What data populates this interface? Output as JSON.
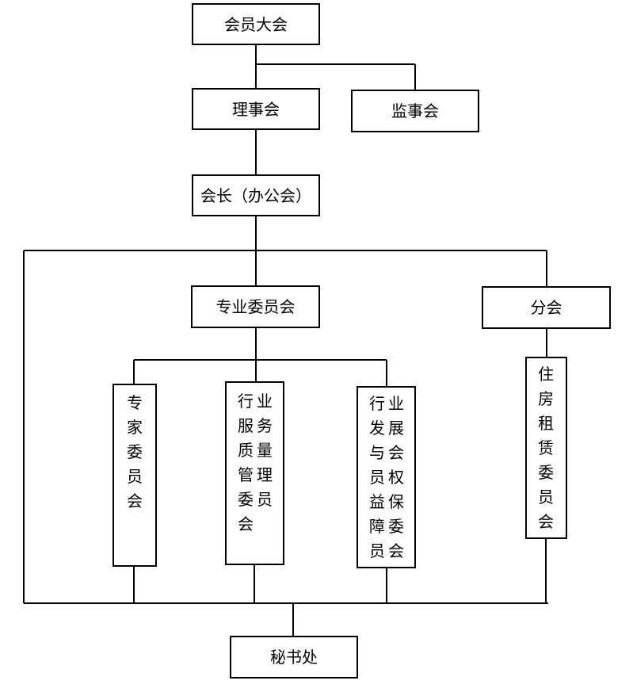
{
  "nodes": {
    "general_assembly": "会员大会",
    "council": "理事会",
    "supervisory_board": "监事会",
    "president": "会长（办公会）",
    "special_committee": "专业委员会",
    "branch": "分会",
    "expert_committee": [
      "专",
      "家",
      "委",
      "员",
      "会"
    ],
    "quality_committee_col1": [
      "行",
      "服",
      "质",
      "管",
      "委",
      "会"
    ],
    "quality_committee_col2": [
      "业",
      "务",
      "量",
      "理",
      "员"
    ],
    "development_committee_col1": [
      "行",
      "发",
      "与",
      "员",
      "益",
      "障",
      "员"
    ],
    "development_committee_col2": [
      "业",
      "展",
      "会",
      "权",
      "保",
      "委",
      "会"
    ],
    "rental_committee": [
      "住",
      "房",
      "租",
      "赁",
      "委",
      "员",
      "会"
    ],
    "secretariat": "秘书处"
  },
  "line_color": "#000000"
}
